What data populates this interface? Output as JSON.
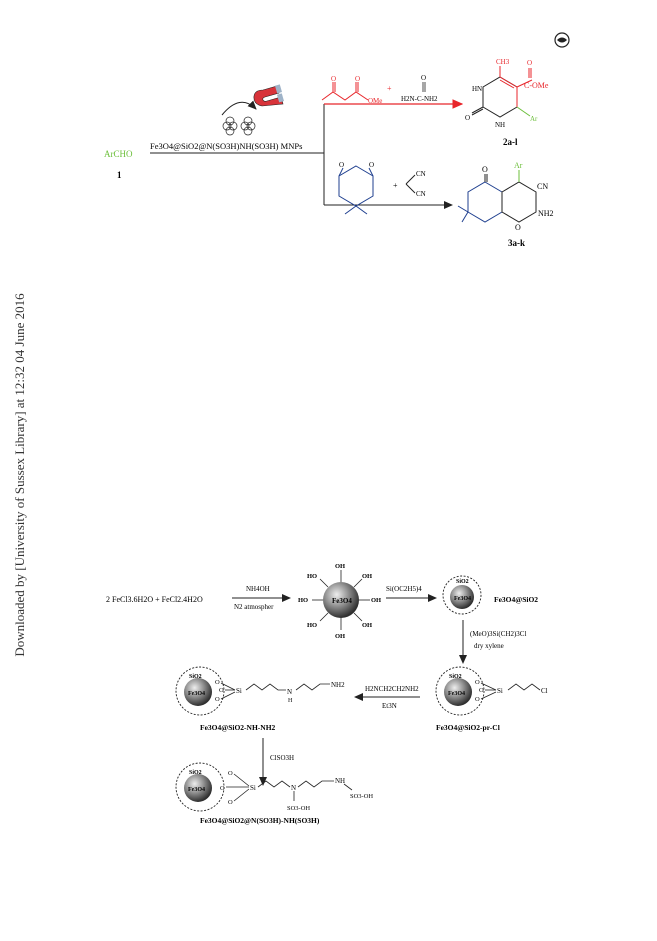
{
  "watermark": {
    "icon": "publisher-logo-icon",
    "text": "Downloaded by [University of Sussex Library] at 12:32 04 June 2016"
  },
  "colors": {
    "red": "#e8262b",
    "green": "#6cbf3b",
    "blue": "#1f3f8f",
    "black": "#222222"
  },
  "scheme1": {
    "reactant_label": "ArCHO",
    "reactant_number": "1",
    "catalyst_label": "Fe3O4@SiO2@N(SO3H)NH(SO3H) MNPs",
    "top_branch": {
      "ketoester_ome": "OMe",
      "plus": "+",
      "urea_o": "O",
      "urea_formula": "H2N-C-NH2",
      "product_ch3": "CH3",
      "product_ester": "C-OMe",
      "product_ester_o": "O",
      "product_hn": "HN",
      "product_nh": "NH",
      "product_o": "O",
      "product_ar": "Ar",
      "product_label": "2a-l"
    },
    "bottom_branch": {
      "dimedone_o1": "O",
      "dimedone_o2": "O",
      "plus": "+",
      "cn1": "CN",
      "cn2": "CN",
      "product_o": "O",
      "product_ar": "Ar",
      "product_cn": "CN",
      "product_nh2": "NH2",
      "product_ring_o": "O",
      "product_label": "3a-k"
    }
  },
  "scheme2": {
    "start_reagents": "2 FeCl3.6H2O  +  FeCl2.4H2O",
    "step1_above": "NH4OH",
    "step1_below": "N2 atmospher",
    "core_label": "Fe3O4",
    "shell_label": "SiO2",
    "oh_group": "HO",
    "oh_group_right": "OH",
    "step2_above": "Si(OC2H5)4",
    "product1_label": "Fe3O4@SiO2",
    "step3_line1": "(MeO)3Si(CH2)3Cl",
    "step3_line2": "dry xylene",
    "product2_label": "Fe3O4@SiO2-pr-Cl",
    "product2_cl": "Cl",
    "step4_above": "H2NCH2CH2NH2",
    "step4_below": "Et3N",
    "product3_label": "Fe3O4@SiO2-NH-NH2",
    "product3_nh2": "NH2",
    "product3_n": "N",
    "product3_h": "H",
    "si_label": "Si",
    "o_label": "O",
    "step5_above": "ClSO3H",
    "product4_so3h_a": "SO3-OH",
    "product4_so3h_b": "SO3-OH",
    "product4_n": "N",
    "product4_nh": "NH",
    "product4_label": "Fe3O4@SiO2@N(SO3H)-NH(SO3H)"
  }
}
